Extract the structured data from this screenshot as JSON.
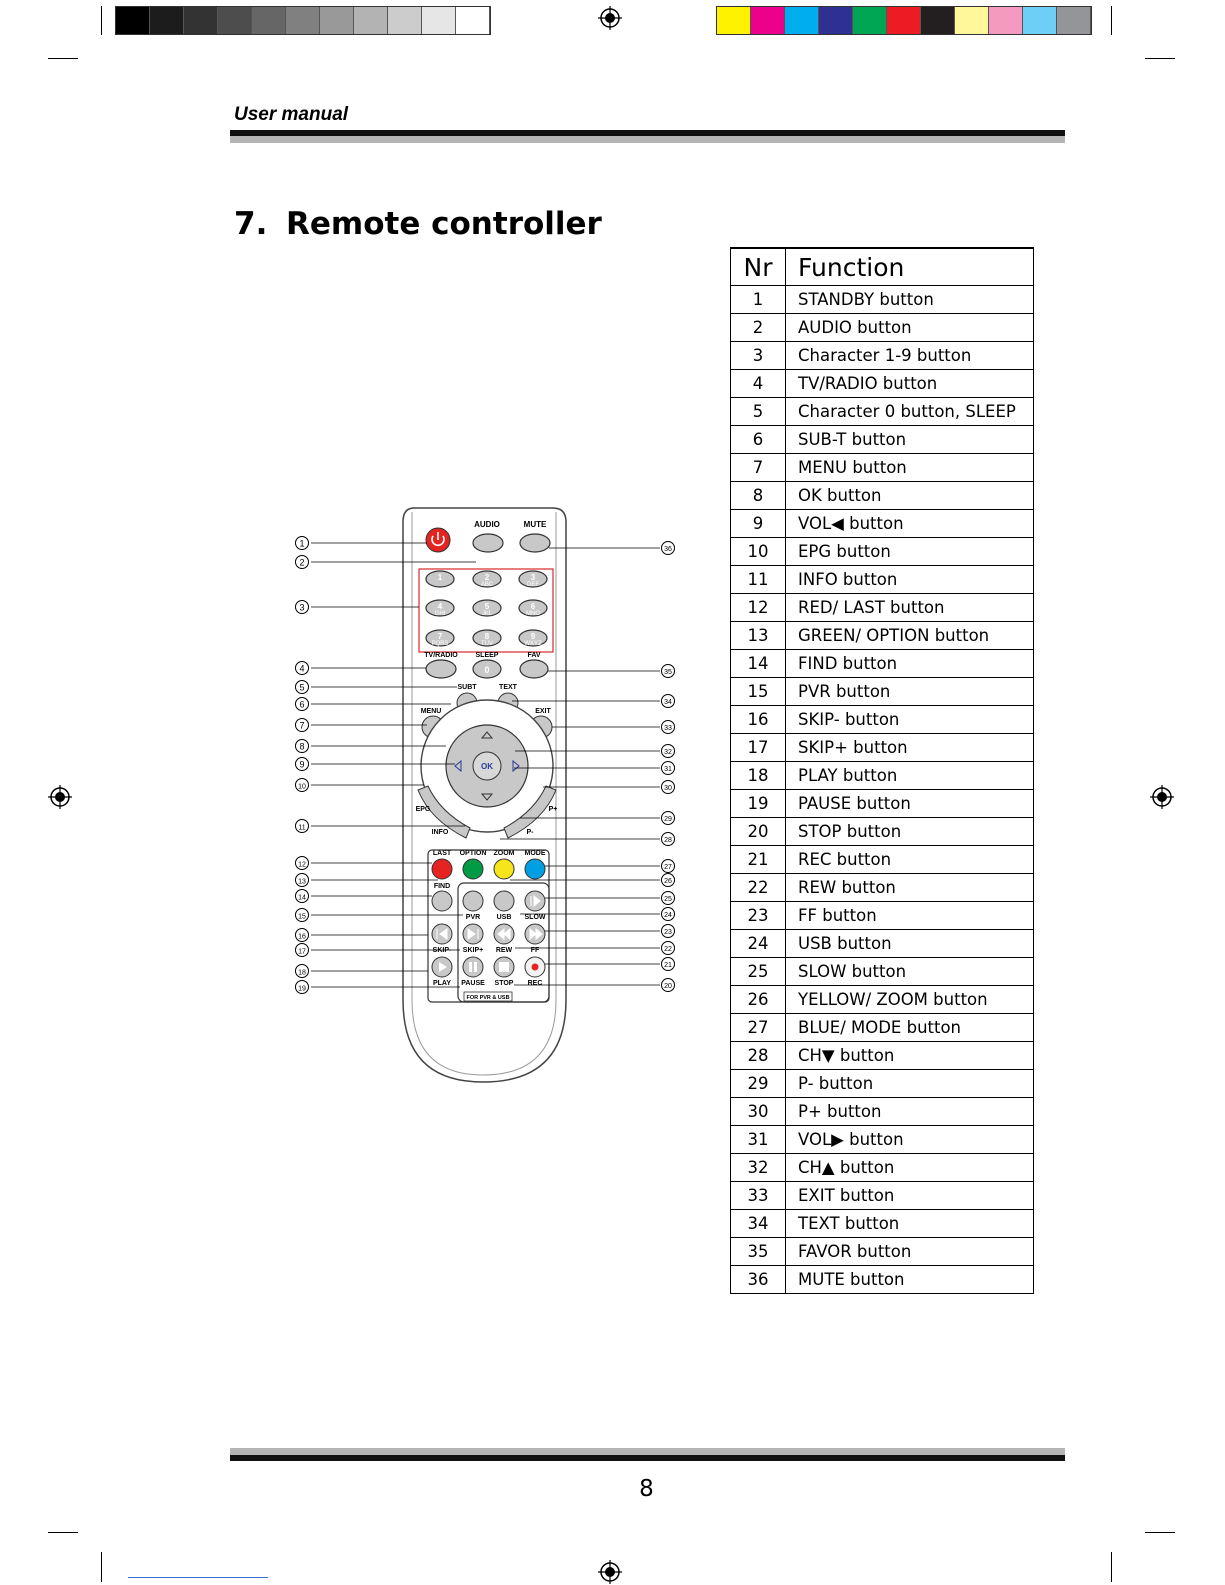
{
  "header": {
    "title": "User manual"
  },
  "section": {
    "number": "7.",
    "title": "Remote controller"
  },
  "colors": {
    "gray_swatches": [
      "#000000",
      "#1c1c1c",
      "#333333",
      "#4d4d4d",
      "#666666",
      "#808080",
      "#999999",
      "#b3b3b3",
      "#cccccc",
      "#e6e6e6",
      "#ffffff"
    ],
    "color_swatches": [
      "#fff200",
      "#ec008c",
      "#00aeef",
      "#2e3192",
      "#00a651",
      "#ed1c24",
      "#231f20",
      "#fff799",
      "#f49ac1",
      "#6dcff6",
      "#939598"
    ],
    "red_key": "#e52421",
    "green_key": "#009a44",
    "yellow_key": "#f7e51b",
    "blue_key": "#009fe3"
  },
  "remote": {
    "top_labels": [
      "AUDIO",
      "MUTE"
    ],
    "digit_keys": [
      {
        "d": "1",
        "sub": ""
      },
      {
        "d": "2",
        "sub": "ABC"
      },
      {
        "d": "3",
        "sub": "DEF"
      },
      {
        "d": "4",
        "sub": "GHI"
      },
      {
        "d": "5",
        "sub": "JKL"
      },
      {
        "d": "6",
        "sub": "MNO"
      },
      {
        "d": "7",
        "sub": "PQRS"
      },
      {
        "d": "8",
        "sub": "TUV"
      },
      {
        "d": "9",
        "sub": "WXYZ"
      }
    ],
    "row_labels": [
      "TV/RADIO",
      "SLEEP",
      "FAV"
    ],
    "zero_key": "0",
    "subt_text": [
      "SUBT",
      "TEXT"
    ],
    "menu_exit": [
      "MENU",
      "EXIT"
    ],
    "ok_label": "OK",
    "side_labels": [
      "EPG",
      "P+",
      "INFO",
      "P-"
    ],
    "color_labels": [
      "LAST",
      "OPTION",
      "ZOOM",
      "MODE"
    ],
    "find_label": "FIND",
    "pvr_labels": [
      "PVR",
      "USB",
      "SLOW"
    ],
    "skip_labels": [
      "SKIP-",
      "SKIP+",
      "REW",
      "FF"
    ],
    "play_labels": [
      "PLAY",
      "PAUSE",
      "STOP",
      "REC"
    ],
    "footer_note": "FOR PVR & USB",
    "callouts_left": [
      "1",
      "2",
      "3",
      "4",
      "5",
      "6",
      "7",
      "8",
      "9",
      "10",
      "11",
      "12",
      "13",
      "14",
      "15",
      "16",
      "17",
      "18",
      "19"
    ],
    "callouts_right": [
      "36",
      "35",
      "34",
      "33",
      "32",
      "31",
      "30",
      "29",
      "28",
      "27",
      "26",
      "25",
      "24",
      "23",
      "22",
      "21",
      "20"
    ]
  },
  "table": {
    "headers": [
      "Nr",
      "Function"
    ],
    "rows": [
      [
        "1",
        "STANDBY button"
      ],
      [
        "2",
        "AUDIO button"
      ],
      [
        "3",
        "Character 1-9 button"
      ],
      [
        "4",
        "TV/RADIO button"
      ],
      [
        "5",
        "Character 0 button, SLEEP"
      ],
      [
        "6",
        "SUB-T button"
      ],
      [
        "7",
        "MENU button"
      ],
      [
        "8",
        "OK button"
      ],
      [
        "9",
        "VOL◀ button"
      ],
      [
        "10",
        "EPG button"
      ],
      [
        "11",
        "INFO button"
      ],
      [
        "12",
        "RED/ LAST button"
      ],
      [
        "13",
        "GREEN/ OPTION button"
      ],
      [
        "14",
        "FIND button"
      ],
      [
        "15",
        "PVR button"
      ],
      [
        "16",
        "SKIP- button"
      ],
      [
        "17",
        "SKIP+ button"
      ],
      [
        "18",
        "PLAY button"
      ],
      [
        "19",
        "PAUSE button"
      ],
      [
        "20",
        "STOP button"
      ],
      [
        "21",
        "REC button"
      ],
      [
        "22",
        "REW button"
      ],
      [
        "23",
        "FF button"
      ],
      [
        "24",
        "USB button"
      ],
      [
        "25",
        "SLOW button"
      ],
      [
        "26",
        "YELLOW/ ZOOM button"
      ],
      [
        "27",
        "BLUE/ MODE button"
      ],
      [
        "28",
        "CH▼ button"
      ],
      [
        "29",
        "P- button"
      ],
      [
        "30",
        "P+ button"
      ],
      [
        "31",
        "VOL▶ button"
      ],
      [
        "32",
        "CH▲ button"
      ],
      [
        "33",
        "EXIT button"
      ],
      [
        "34",
        "TEXT button"
      ],
      [
        "35",
        "FAVOR button"
      ],
      [
        "36",
        "MUTE button"
      ]
    ]
  },
  "footer": {
    "page_number": "8"
  }
}
